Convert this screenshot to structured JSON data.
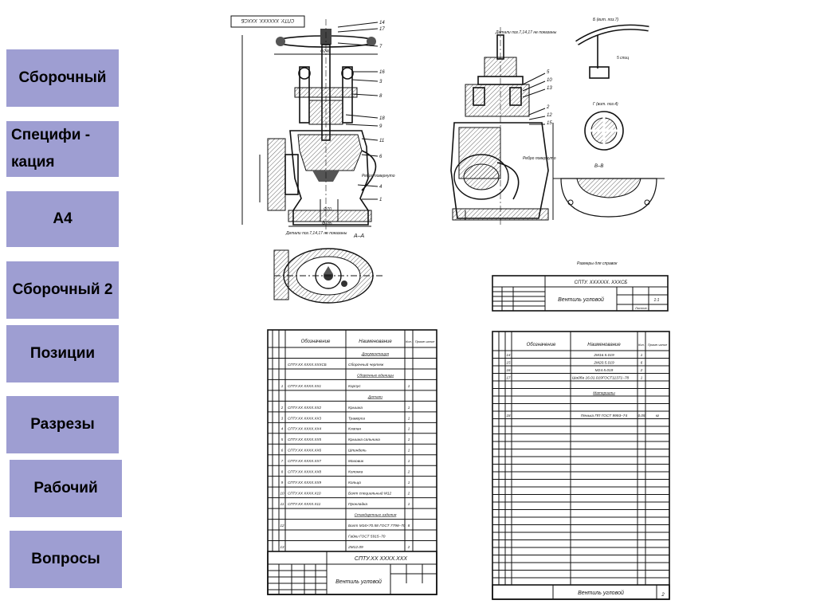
{
  "nav": {
    "btn1": "Сборочный",
    "btn2_line1": "Специфи -",
    "btn2_line2": "кация",
    "btn3": "А4",
    "btn4": "Сборочный 2",
    "btn5": "Позиции",
    "btn6": "Разрезы",
    "btn7": "Рабочий",
    "btn8": "Вопросы"
  },
  "drawing": {
    "stamp_code": "СПТУ. XXXXXX. XXXСБ",
    "title": "Вентиль угловой",
    "scale": "1:1",
    "view_b": "Б (вит. поз.7)",
    "view_g": "Г (вит. поз.4)",
    "section_aa": "А–А",
    "section_vv": "В–В",
    "details_note": "Детали поз.7,14,17 не показаны",
    "ribs_note": "Ребро повернуто",
    "spokes": "5 спиц",
    "reference": "Размеры для справок",
    "dim_240": "Φ240",
    "dim_185": "Φ185",
    "dim_70": "Φ70",
    "sheets": "Листов 1"
  },
  "spec_left": {
    "headers": [
      "Обозначение",
      "Наименование",
      "Кол.",
      "Приме-чание"
    ],
    "rows": [
      {
        "pos": "",
        "code": "",
        "name": "Документация",
        "qty": "",
        "section": true
      },
      {
        "pos": "",
        "code": "СПТУ.XX XXXX.XXXСБ",
        "name": "Сборочный чертеж",
        "qty": ""
      },
      {
        "pos": "",
        "code": "",
        "name": "Сборочные единицы",
        "qty": "",
        "section": true
      },
      {
        "pos": "1",
        "code": "СПТУ.XX XXXX.XX1",
        "name": "Корпус",
        "qty": "1"
      },
      {
        "pos": "",
        "code": "",
        "name": "Детали",
        "qty": "",
        "section": true
      },
      {
        "pos": "2",
        "code": "СПТУ.XX XXXX.XX2",
        "name": "Крышка",
        "qty": "1"
      },
      {
        "pos": "3",
        "code": "СПТУ.XX XXXX.XX3",
        "name": "Траверса",
        "qty": "1"
      },
      {
        "pos": "4",
        "code": "СПТУ.XX XXXX.XX4",
        "name": "Клапан",
        "qty": "1"
      },
      {
        "pos": "5",
        "code": "СПТУ.XX XXXX.XX5",
        "name": "Крышка сальника",
        "qty": "1"
      },
      {
        "pos": "6",
        "code": "СПТУ.XX XXXX.XX6",
        "name": "Шпиндель",
        "qty": "1"
      },
      {
        "pos": "7",
        "code": "СПТУ.XX XXXX.XX7",
        "name": "Маховик",
        "qty": "1"
      },
      {
        "pos": "8",
        "code": "СПТУ.XX XXXX.XX8",
        "name": "Колонка",
        "qty": "2"
      },
      {
        "pos": "9",
        "code": "СПТУ.XX XXXX.XX9",
        "name": "Кольцо",
        "qty": "1"
      },
      {
        "pos": "10",
        "code": "СПТУ.XX XXXX.X10",
        "name": "Болт специальный М12",
        "qty": "2"
      },
      {
        "pos": "11",
        "code": "СПТУ.XX XXXX.X11",
        "name": "Прокладка",
        "qty": "1"
      },
      {
        "pos": "",
        "code": "",
        "name": "Стандартные изделия",
        "qty": "",
        "section": true
      },
      {
        "pos": "12",
        "code": "",
        "name": "Болт М16×70.58 ГОСТ 7798–70",
        "qty": "8"
      },
      {
        "pos": "",
        "code": "",
        "name": "Гайки ГОСТ 5915–70",
        "qty": ""
      },
      {
        "pos": "13",
        "code": "",
        "name": "2М12.09",
        "qty": "2"
      }
    ],
    "stamp_code": "СПТУ.XX XXXX.XXX",
    "stamp_title": "Вентиль угловой"
  },
  "spec_right": {
    "headers": [
      "Обозначение",
      "Наименование",
      "Кол.",
      "Приме-чание"
    ],
    "rows": [
      {
        "pos": "14",
        "name": "2М16.5.019",
        "qty": "1"
      },
      {
        "pos": "15",
        "name": "2М20.5.019",
        "qty": "6"
      },
      {
        "pos": "16",
        "name": "М24.5.019",
        "qty": "2"
      },
      {
        "pos": "17",
        "name": "Шайба 16.01.019ГОСТ11371–78",
        "qty": "1"
      },
      {
        "pos": "",
        "name": "Материалы",
        "qty": "",
        "section": true
      },
      {
        "pos": "18",
        "name": "Пенька ПП ГОСТ 9993–74",
        "qty": "0,05",
        "note": "кг"
      }
    ],
    "stamp_title": "Вентиль угловой",
    "sheet": "2"
  }
}
